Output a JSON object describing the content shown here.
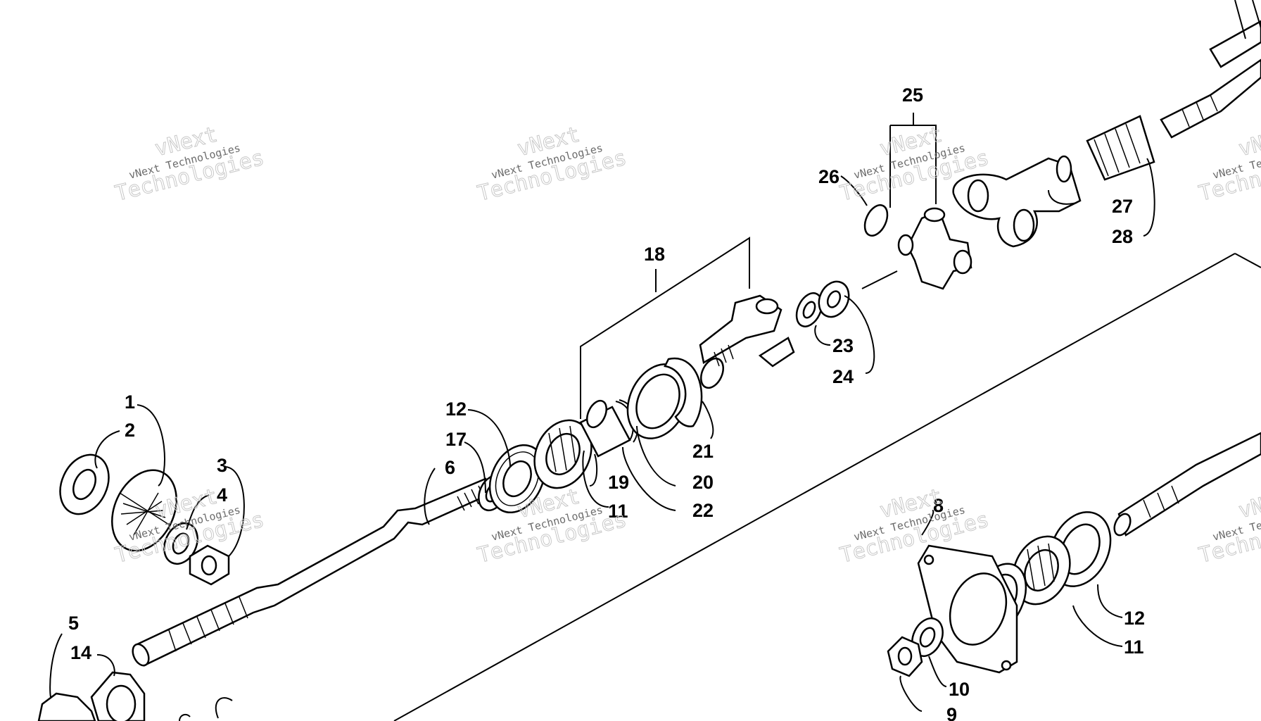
{
  "watermark": {
    "line1": "vNext",
    "line2": "vNext Technologies",
    "line3": "Technologies"
  },
  "callouts": [
    "1",
    "2",
    "3",
    "4",
    "5",
    "6",
    "8",
    "9",
    "10",
    "11",
    "11",
    "12",
    "12",
    "14",
    "17",
    "18",
    "19",
    "20",
    "21",
    "22",
    "23",
    "24",
    "25",
    "26",
    "27",
    "28"
  ]
}
